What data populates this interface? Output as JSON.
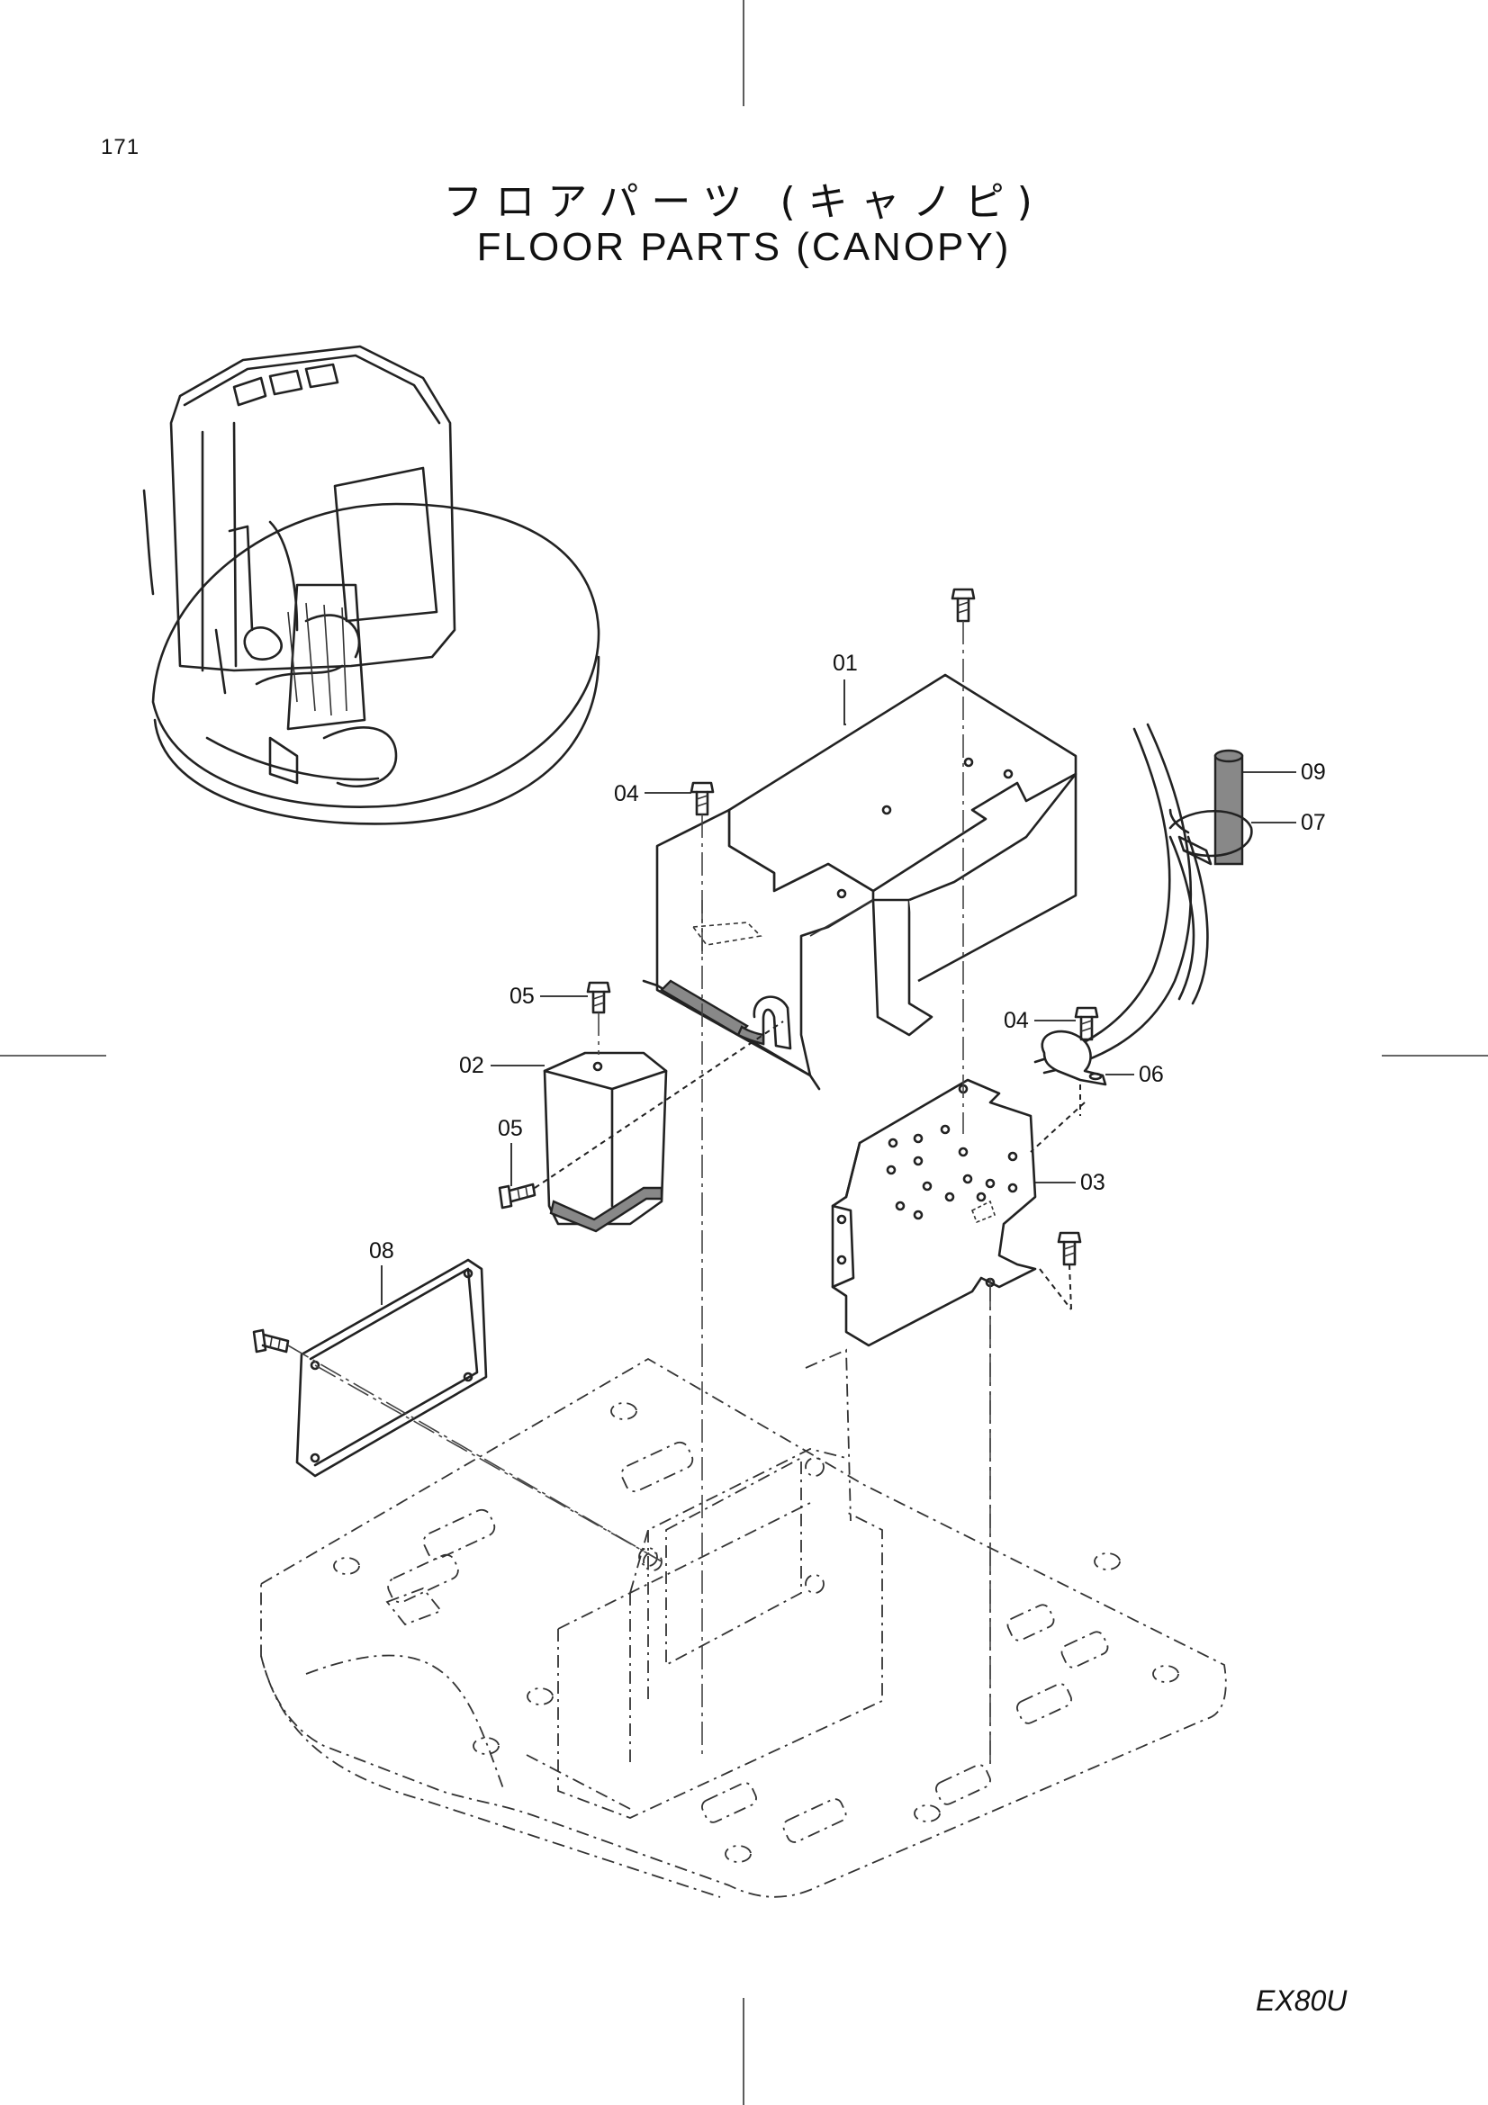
{
  "page": {
    "number": "171",
    "title_jp": "フロアパーツ (キャノピ)",
    "title_en": "FLOOR PARTS (CANOPY)",
    "model": "EX80U"
  },
  "callouts": {
    "c01": "01",
    "c02": "02",
    "c03": "03",
    "c04a": "04",
    "c04b": "04",
    "c05a": "05",
    "c05b": "05",
    "c06": "06",
    "c07": "07",
    "c08": "08",
    "c09": "09"
  }
}
